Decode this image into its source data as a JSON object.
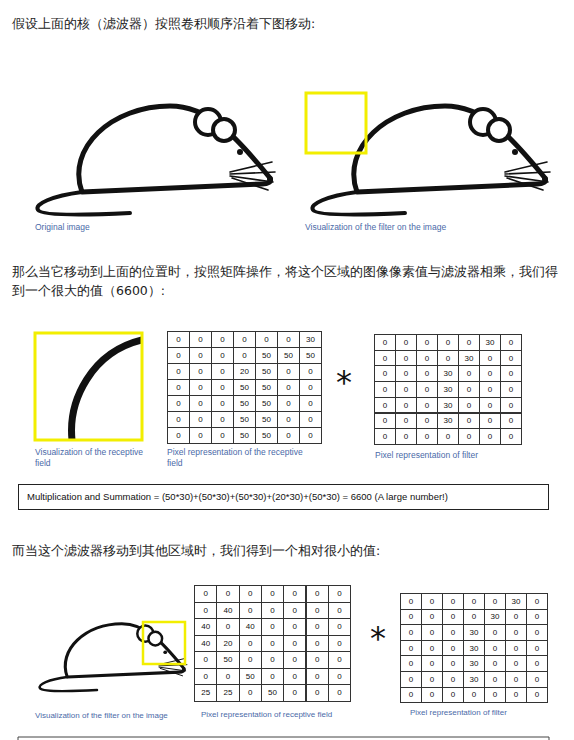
{
  "diagram": {
    "nodes": [
      {
        "text": [
          "Multiplication and Summation = (50*30)+(50*30)+(50*30)+(20*30)+(50*30) = 6600 (A large number!)"
        ]
      }
    ],
    "labels": [
      "假设上面的核（滤波器）按照卷积顺序沿着下图移动:",
      "Original image",
      "Visualization of the filter on the image",
      "那么当它移动到上面的位置时，按照矩阵操作，将这个区域的图像像素值与滤波器相乘，我们得到一个很大的值（6600）:",
      "0",
      "0",
      "0",
      "0",
      "0",
      "0",
      "30",
      "0",
      "0",
      "0",
      "0",
      "50",
      "50",
      "50",
      "0",
      "0",
      "0",
      "20",
      "50",
      "0",
      "0",
      "0",
      "0",
      "0",
      "50",
      "50",
      "0",
      "0",
      "0",
      "0",
      "0",
      "50",
      "50",
      "0",
      "0",
      "0",
      "0",
      "0",
      "50",
      "50",
      "0",
      "0",
      "0",
      "0",
      "0",
      "50",
      "50",
      "0",
      "0",
      "*",
      "0",
      "0",
      "0",
      "0",
      "0",
      "30",
      "0",
      "0",
      "0",
      "0",
      "0",
      "30",
      "0",
      "0",
      "0",
      "0",
      "0",
      "30",
      "0",
      "0",
      "0",
      "0",
      "0",
      "0",
      "30",
      "0",
      "0",
      "0",
      "0",
      "0",
      "0",
      "30",
      "0",
      "0",
      "0",
      "0",
      "0",
      "0",
      "30",
      "0",
      "0",
      "0",
      "0",
      "0",
      "0",
      "0",
      "0",
      "0",
      "0",
      "Visualization of the receptive field",
      "Pixel representation of the receptive field",
      "Pixel representation of filter",
      "而当这个滤波器移动到其他区域时，我们得到一个相对很小的值:",
      "0",
      "0",
      "0",
      "0",
      "0",
      "0",
      "0",
      "0",
      "40",
      "0",
      "0",
      "0",
      "0",
      "0",
      "40",
      "0",
      "40",
      "0",
      "0",
      "0",
      "0",
      "40",
      "20",
      "0",
      "0",
      "0",
      "0",
      "0",
      "0",
      "50",
      "0",
      "0",
      "0",
      "0",
      "0",
      "0",
      "0",
      "50",
      "0",
      "0",
      "0",
      "0",
      "25",
      "25",
      "0",
      "50",
      "0",
      "0",
      "0",
      "*",
      "0",
      "0",
      "0",
      "0",
      "0",
      "30",
      "0",
      "0",
      "0",
      "0",
      "0",
      "30",
      "0",
      "0",
      "0",
      "0",
      "0",
      "30",
      "0",
      "0",
      "0",
      "0",
      "0",
      "0",
      "30",
      "0",
      "0",
      "0",
      "0",
      "0",
      "0",
      "30",
      "0",
      "0",
      "0",
      "0",
      "0",
      "0",
      "30",
      "0",
      "0",
      "0",
      "0",
      "0",
      "0",
      "0",
      "0",
      "0",
      "0",
      "Visualization of the filter on the image",
      "Pixel representation of receptive field",
      "Pixel representation of filter"
    ]
  }
}
